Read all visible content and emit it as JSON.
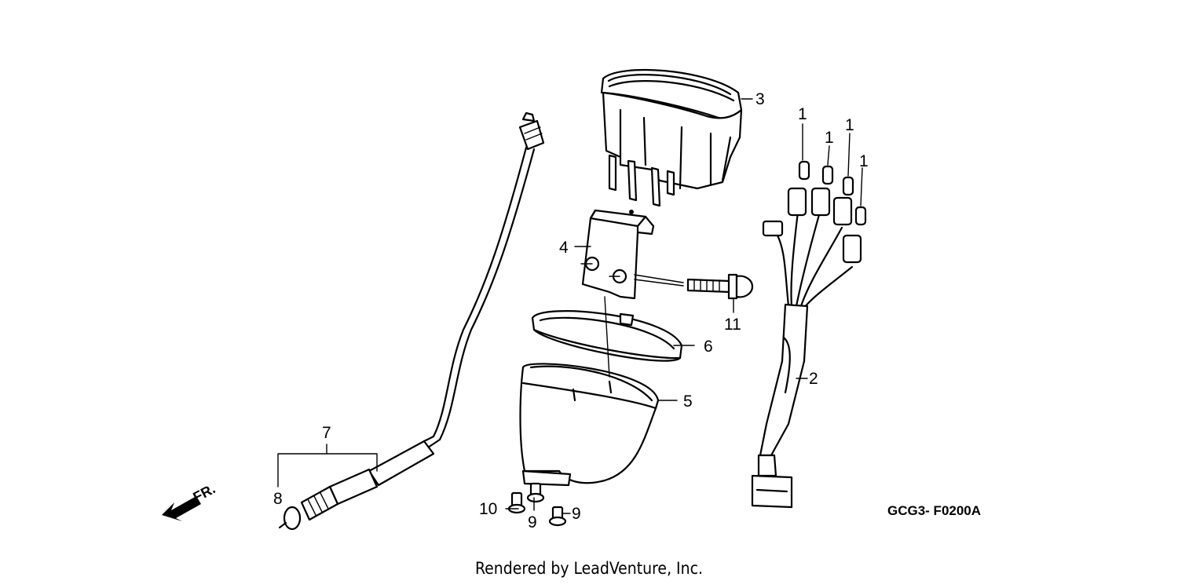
{
  "diagram": {
    "drawing_code": "GCG3- F0200A",
    "direction_label": "FR.",
    "callouts": [
      {
        "id": "c1a",
        "label": "1"
      },
      {
        "id": "c1b",
        "label": "1"
      },
      {
        "id": "c1c",
        "label": "1"
      },
      {
        "id": "c1d",
        "label": "1"
      },
      {
        "id": "c2",
        "label": "2"
      },
      {
        "id": "c3",
        "label": "3"
      },
      {
        "id": "c4",
        "label": "4"
      },
      {
        "id": "c5",
        "label": "5"
      },
      {
        "id": "c6",
        "label": "6"
      },
      {
        "id": "c7",
        "label": "7"
      },
      {
        "id": "c8",
        "label": "8"
      },
      {
        "id": "c9a",
        "label": "9"
      },
      {
        "id": "c9b",
        "label": "9"
      },
      {
        "id": "c10",
        "label": "10"
      },
      {
        "id": "c11",
        "label": "11"
      }
    ]
  },
  "footer": {
    "text": "Rendered by LeadVenture, Inc."
  }
}
